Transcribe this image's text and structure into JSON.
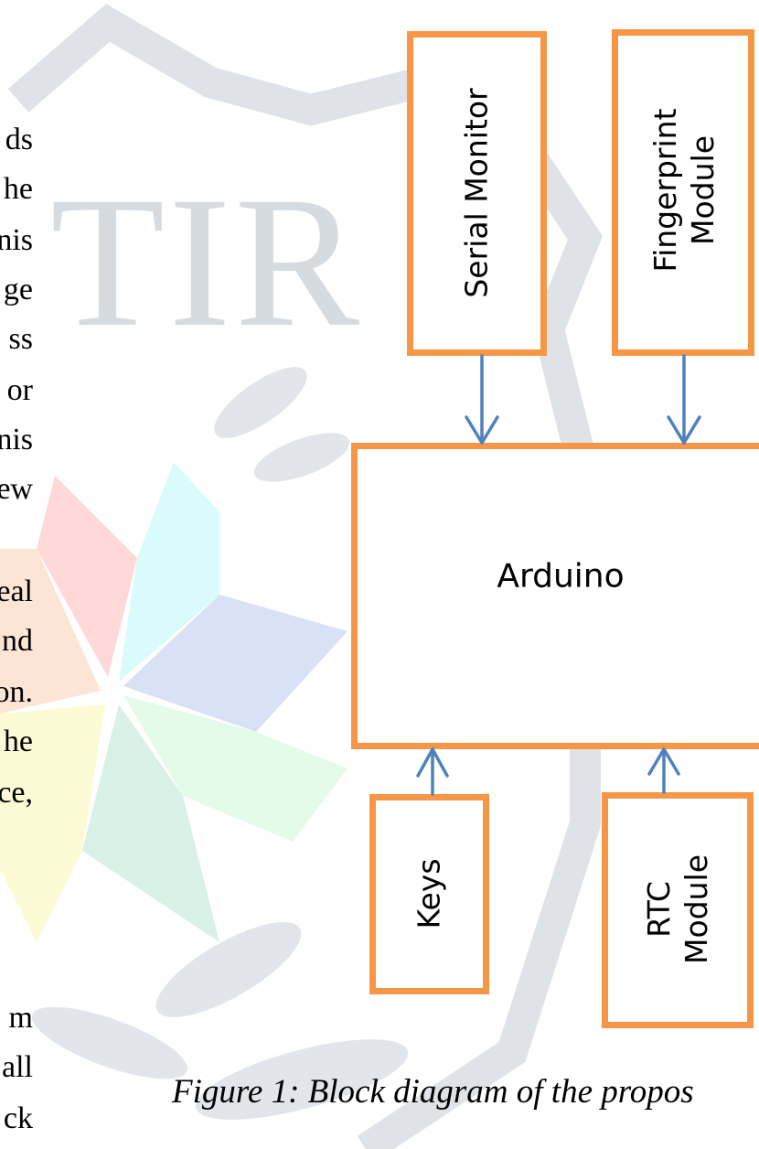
{
  "watermark": {
    "text": "TIR"
  },
  "left_column_fragments": [
    "ds",
    "he",
    "nis",
    "ge",
    "ss",
    "or",
    "nis",
    "ew",
    "eal",
    "nd",
    "on.",
    "he",
    "ce,",
    "m",
    "all",
    "ck"
  ],
  "diagram": {
    "blocks": {
      "serial_monitor": "Serial Monitor",
      "fingerprint_module": "Fingerprint\nModule",
      "arduino": "Arduino",
      "keys": "Keys",
      "rtc_module": "RTC\nModule"
    }
  },
  "caption": "Figure 1: Block diagram of the propos",
  "colors": {
    "block_border": "#F79646",
    "arrow": "#4F81BD",
    "watermark": "#d6dbe0"
  }
}
